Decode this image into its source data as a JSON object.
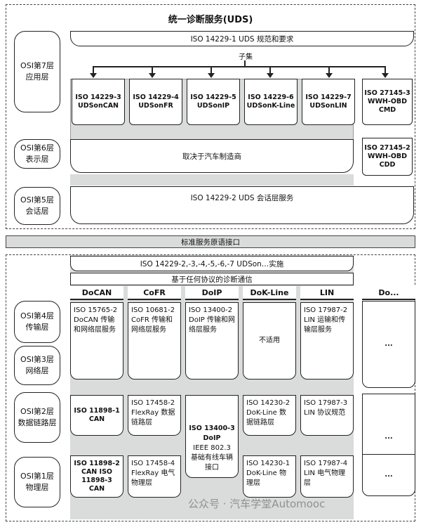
{
  "title": "统一诊断服务(UDS)",
  "spec_banner": "ISO 14229-1 UDS 规范和要求",
  "subset_label": "子集",
  "layers": [
    {
      "name": "OSI第7层",
      "sub": "应用层"
    },
    {
      "name": "OSI第6层",
      "sub": "表示层"
    },
    {
      "name": "OSI第5层",
      "sub": "会话层"
    },
    {
      "name": "OSI第4层",
      "sub": "传输层"
    },
    {
      "name": "OSI第3层",
      "sub": "网络层"
    },
    {
      "name": "OSI第2层",
      "sub": "数据链路层"
    },
    {
      "name": "OSI第1层",
      "sub": "物理层"
    }
  ],
  "app_docs": [
    {
      "l1": "ISO 14229-3",
      "l2": "UDSonCAN"
    },
    {
      "l1": "ISO 14229-4",
      "l2": "UDSonFR"
    },
    {
      "l1": "ISO 14229-5",
      "l2": "UDSonIP"
    },
    {
      "l1": "ISO 14229-6",
      "l2": "UDSonK-Line"
    },
    {
      "l1": "ISO 14229-7",
      "l2": "UDSonLIN"
    }
  ],
  "obd_cmd": {
    "l1": "ISO 27145-3",
    "l2": "WWH-OBD",
    "l3": "CMD"
  },
  "obd_cdd": {
    "l1": "ISO 27145-2",
    "l2": "WWH-OBD",
    "l3": "CDD"
  },
  "presentation_text": "取决于汽车制造商",
  "session_text": "ISO 14229-2 UDS 会话层服务",
  "primitive_interface": "标准服务原语接口",
  "implementation_text": "ISO 14229-2,-3,-4,-5,-6,-7 UDSon…实施",
  "any_protocol_text": "基于任何协议的诊断通信",
  "columns": [
    {
      "header": "DoCAN",
      "transport": "ISO 15765-2 DoCAN 传输和网络层服务",
      "datalink": "ISO 11898-1 CAN",
      "physical": "ISO 11898-2 CAN ISO 11898-3 CAN"
    },
    {
      "header": "CoFR",
      "transport": "ISO 10681-2 CoFR 传输和网络层服务",
      "datalink": "ISO 17458-2 FlexRay 数据链路层",
      "physical": "ISO 17458-4 FlexRay 电气物理层"
    },
    {
      "header": "DoIP",
      "transport": "ISO 13400-2 DoIP 传输和网络层服务",
      "datalink_bold": "ISO 13400-3 DoIP",
      "datalink": "IEEE 802.3 基础有线车辆接口"
    },
    {
      "header": "DoK-Line",
      "transport": "不适用",
      "datalink": "ISO 14230-2 DoK-Line 数据链路层",
      "physical": "ISO 14230-1 DoK-Line 物理层"
    },
    {
      "header": "LIN",
      "transport": "ISO 17987-2 LIN 运输和传输层服务",
      "datalink": "ISO 17987-3 LIN 协议规范",
      "physical": "ISO 17987-4 LIN 电气物理层"
    },
    {
      "header": "Do...",
      "transport": "...",
      "datalink": "...",
      "physical": "..."
    }
  ],
  "watermark": "公众号 · 汽车学堂Automooc"
}
